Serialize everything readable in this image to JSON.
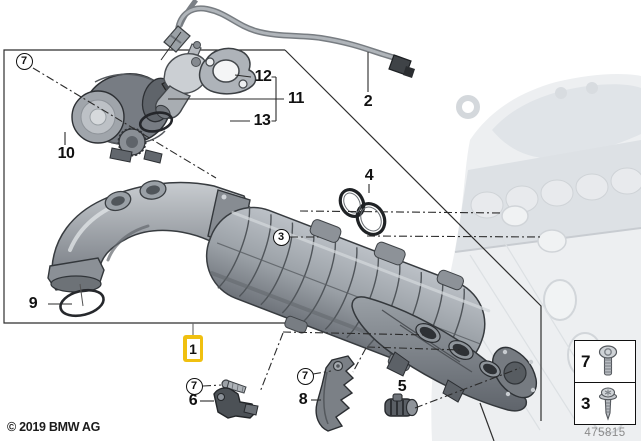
{
  "diagram_labels": {
    "c7_top": "7",
    "p10": "10",
    "p12": "12",
    "p11": "11",
    "p13": "13",
    "p2": "2",
    "p4": "4",
    "c3": "3",
    "p9": "9",
    "p1": "1",
    "c7_mid": "7",
    "p6": "6",
    "c7_right": "7",
    "p8": "8",
    "p5": "5"
  },
  "legend": {
    "rows": [
      {
        "num": "7",
        "icon": "pan-head-screw-icon"
      },
      {
        "num": "3",
        "icon": "tapered-screw-icon"
      }
    ],
    "part_number": "475815"
  },
  "footer": {
    "copyright": "© 2019 BMW AG"
  },
  "colors": {
    "highlight_yellow": "#F0C010",
    "line_black": "#2B2B2B",
    "manifold_gray": "#9AA0A6",
    "engine_faded_gray": "#E7EAEC"
  }
}
